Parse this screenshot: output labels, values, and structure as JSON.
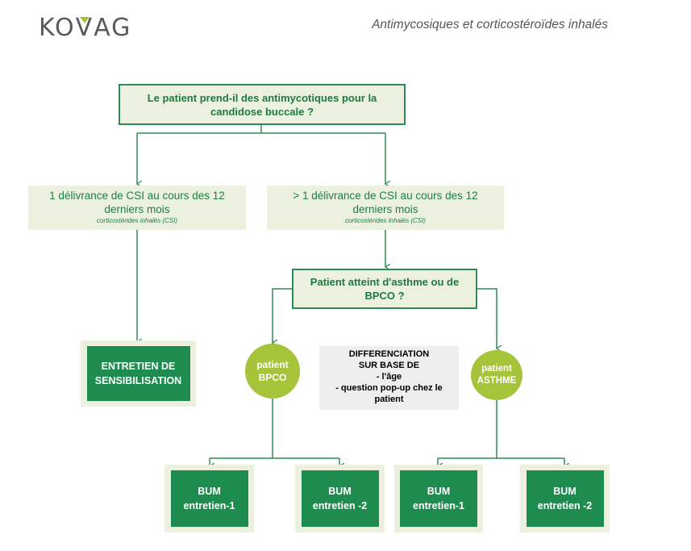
{
  "header": {
    "logo_text": "KOVAG",
    "title": "Antimycosiques et corticostéroïdes inhalés"
  },
  "colors": {
    "dark_green": "#1e8c4e",
    "light_green_fill": "#ebf1de",
    "lime": "#a6c439",
    "line": "#2e8b57"
  },
  "diagram": {
    "question1": {
      "line1": "Le patient prend-il des antimycotiques pour la",
      "line2": "candidose buccale ?"
    },
    "delivery_one": {
      "line1": "1 délivrance de CSI au cours des 12",
      "line2": "derniers mois",
      "note": "corticostérides inhalés (CSI)"
    },
    "delivery_more": {
      "line1": "> 1 délivrance de CSI au cours des 12",
      "line2": "derniers mois",
      "note": "corticostérides inhalés (CSI)"
    },
    "question2": {
      "line1": "Patient atteint d'asthme ou de",
      "line2": "BPCO ?"
    },
    "sensibilisation": {
      "line1": "ENTRETIEN DE",
      "line2": "SENSIBILISATION"
    },
    "patient_bpco": {
      "line1": "patient",
      "line2": "BPCO"
    },
    "patient_asthme": {
      "line1": "patient",
      "line2": "ASTHME"
    },
    "differenciation": {
      "line1": "DIFFERENCIATION",
      "line2": "SUR BASE DE",
      "line3": "- l'âge",
      "line4": "- question pop-up chez le",
      "line5": "patient"
    },
    "bum_bpco_1": {
      "line1": "BUM",
      "line2": "entretien-1"
    },
    "bum_bpco_2": {
      "line1": "BUM",
      "line2": "entretien -2"
    },
    "bum_asthme_1": {
      "line1": "BUM",
      "line2": "entretien-1"
    },
    "bum_asthme_2": {
      "line1": "BUM",
      "line2": "entretien -2"
    }
  }
}
